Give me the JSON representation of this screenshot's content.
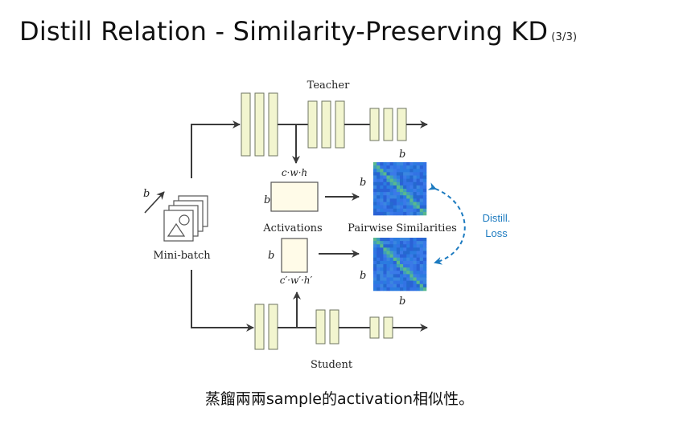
{
  "slide": {
    "title": "Distill Relation - Similarity-Preserving KD",
    "title_suffix": "(3/3)",
    "caption": "蒸餾兩兩sample的activation相似性。"
  },
  "diagram": {
    "teacher_label": "Teacher",
    "student_label": "Student",
    "minibatch_label": "Mini-batch",
    "batch_symbol": "b",
    "teacher_act_dims": "c·w·h",
    "student_act_dims": "c′·w′·h′",
    "activations_label": "Activations",
    "pairwise_label": "Pairwise Similarities",
    "distill_loss_label_line1": "Distill.",
    "distill_loss_label_line2": "Loss",
    "layer_color": "#f2f5cf",
    "activation_color": "#fffbe8",
    "distill_color": "#1d7bc0",
    "heatmap_base_color": "#2f6fe0",
    "heatmap_diag_color": "#58b88f"
  }
}
